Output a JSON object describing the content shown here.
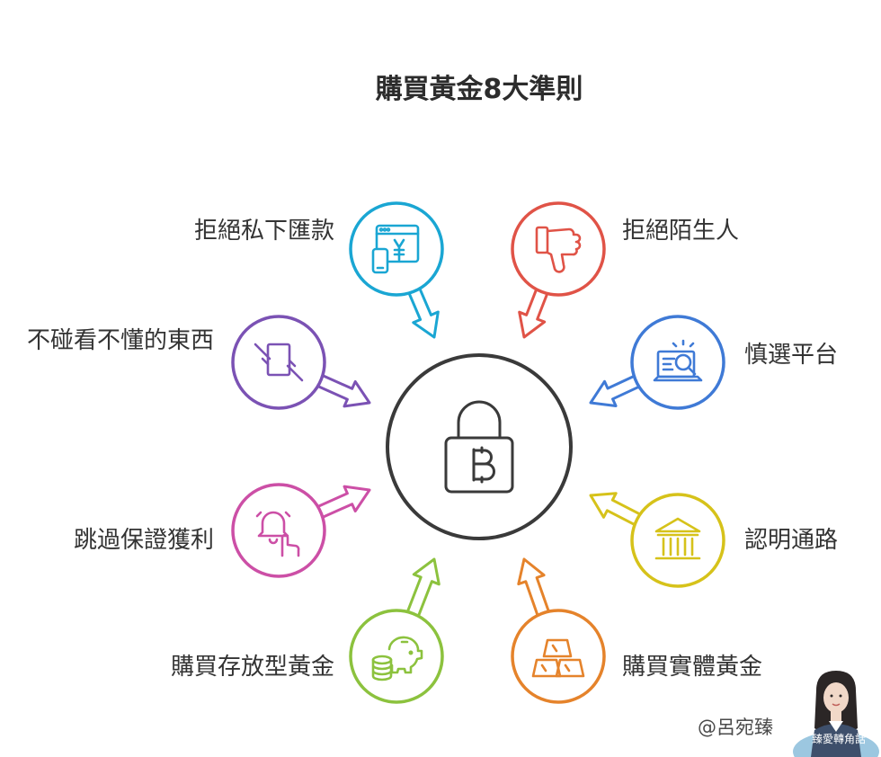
{
  "title": "購買黃金8大準則",
  "center": {
    "icon": "bitcoin-lock-icon"
  },
  "items": [
    {
      "label": "拒絕私下匯款",
      "icon": "payment-window-icon",
      "color": "#1aa6d3"
    },
    {
      "label": "拒絕陌生人",
      "icon": "thumbs-down-icon",
      "color": "#e05347"
    },
    {
      "label": "慎選平台",
      "icon": "laptop-search-icon",
      "color": "#3f7ad6"
    },
    {
      "label": "認明通路",
      "icon": "bank-building-icon",
      "color": "#d6c21a"
    },
    {
      "label": "購買實體黃金",
      "icon": "gold-bars-icon",
      "color": "#e5832b"
    },
    {
      "label": "購買存放型黃金",
      "icon": "piggy-bank-coins-icon",
      "color": "#8cc23e"
    },
    {
      "label": "跳過保證獲利",
      "icon": "bell-hand-icon",
      "color": "#cc4fa6"
    },
    {
      "label": "不碰看不懂的東西",
      "icon": "hands-document-icon",
      "color": "#7b52b4"
    }
  ],
  "credit": "@呂宛臻",
  "stamp": "臻愛轉角話"
}
